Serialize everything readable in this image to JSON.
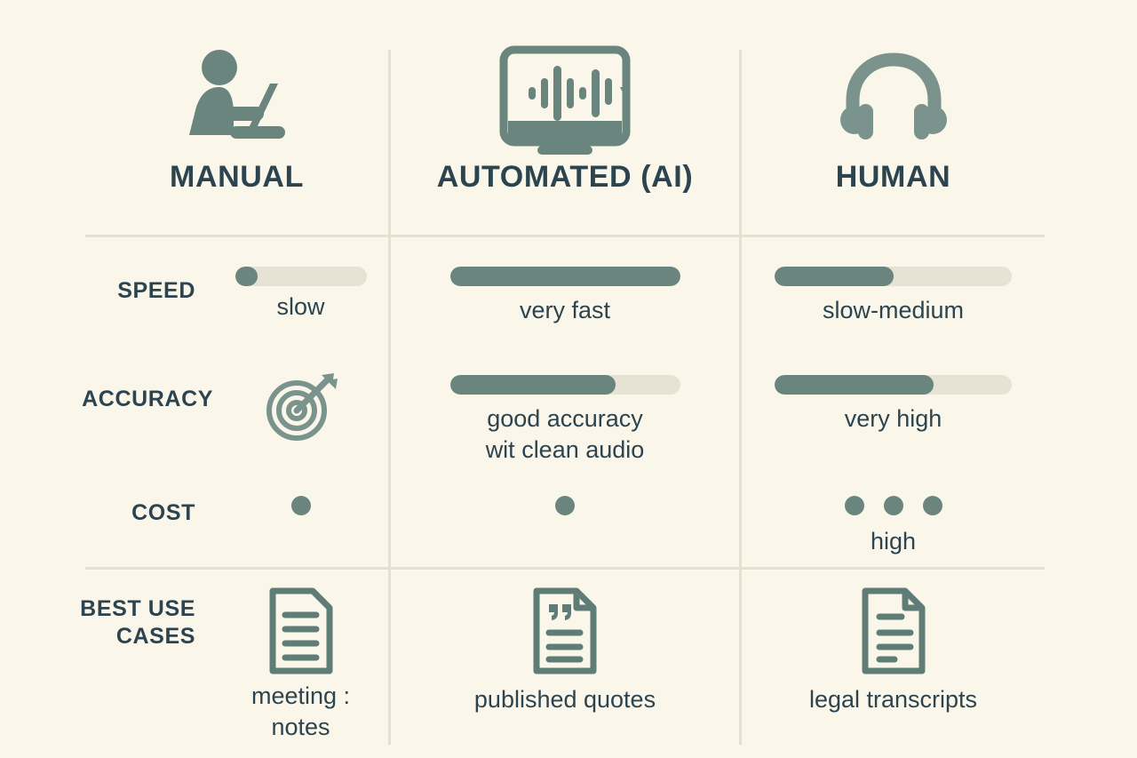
{
  "theme": {
    "background": "#faf7ea",
    "accent": "#69857e",
    "text": "#2c4450",
    "track": "#e6e3d5",
    "divider": "#e4e1d2"
  },
  "columns": [
    {
      "id": "manual",
      "label": "MANUAL",
      "icon": "person-at-laptop-icon"
    },
    {
      "id": "automated",
      "label": "AUTOMATED (AI)",
      "icon": "monitor-waveform-icon"
    },
    {
      "id": "human",
      "label": "HUMAN",
      "icon": "headphones-icon"
    }
  ],
  "rows": {
    "speed": {
      "label": "SPEED",
      "cells": [
        {
          "fill_percent": 17,
          "caption": "slow"
        },
        {
          "fill_percent": 100,
          "caption": "very fast"
        },
        {
          "fill_percent": 50,
          "caption": "slow-medium"
        }
      ]
    },
    "accuracy": {
      "label": "ACCURACY",
      "icon": "target-bullseye-icon",
      "cells": [
        {
          "fill_percent": null,
          "caption": ""
        },
        {
          "fill_percent": 72,
          "caption": "good accuracy\nwit clean audio"
        },
        {
          "fill_percent": 67,
          "caption": "very high"
        }
      ]
    },
    "cost": {
      "label": "COST",
      "cells": [
        {
          "dots": 1,
          "caption": ""
        },
        {
          "dots": 1,
          "caption": ""
        },
        {
          "dots": 3,
          "caption": "high"
        }
      ]
    },
    "best_use_cases": {
      "label": "BEST\nUSE\nCASES",
      "cells": [
        {
          "icon": "document-lines-icon",
          "caption": "meeting :\nnotes"
        },
        {
          "icon": "document-quotes-icon",
          "caption": "published quotes"
        },
        {
          "icon": "document-lines-icon",
          "caption": "legal transcripts"
        }
      ]
    }
  },
  "chart_data": {
    "type": "table",
    "title": "Transcription method comparison",
    "categories": [
      "MANUAL",
      "AUTOMATED (AI)",
      "HUMAN"
    ],
    "series": [
      {
        "name": "Speed (%)",
        "values": [
          17,
          100,
          50
        ]
      },
      {
        "name": "Accuracy (%)",
        "values": [
          null,
          72,
          67
        ]
      },
      {
        "name": "Cost (dots)",
        "values": [
          1,
          1,
          3
        ]
      }
    ],
    "annotations": {
      "speed": [
        "slow",
        "very fast",
        "slow-medium"
      ],
      "accuracy": [
        "",
        "good accuracy wit clean audio",
        "very high"
      ],
      "cost": [
        "",
        "",
        "high"
      ],
      "best_use_cases": [
        "meeting : notes",
        "published quotes",
        "legal transcripts"
      ]
    },
    "grid": false,
    "legend": "none"
  }
}
